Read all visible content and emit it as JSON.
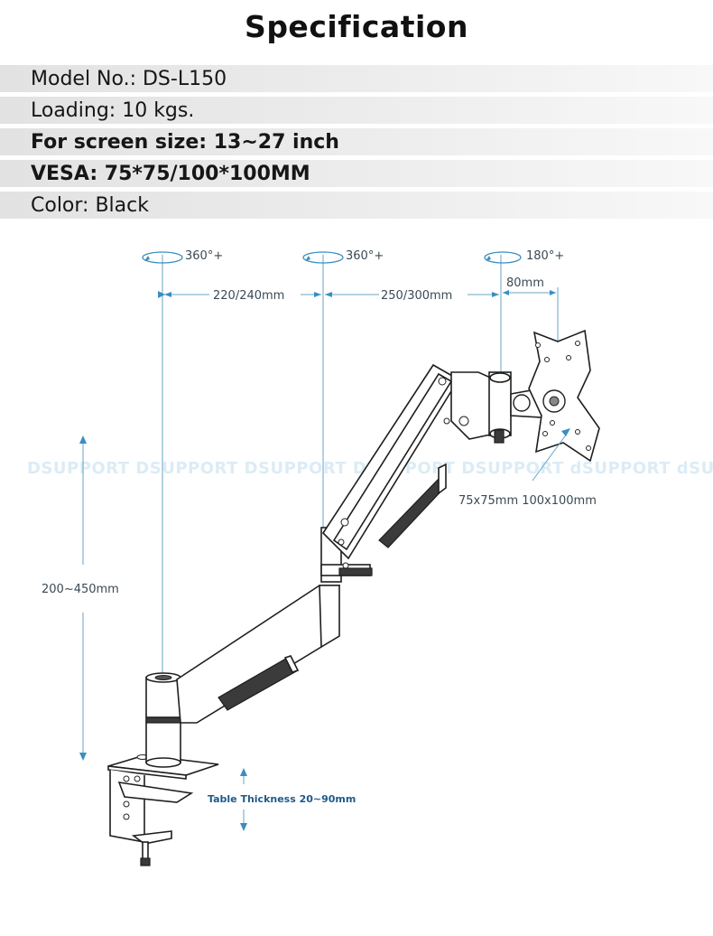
{
  "title": "Specification",
  "specs": [
    "Model No.: DS-L150",
    "Loading: 10 kgs.",
    "For screen size: 13~27 inch",
    "VESA: 75*75/100*100MM",
    "Color: Black"
  ],
  "diagram": {
    "rotations": [
      "360°+",
      "360°+",
      "180°+"
    ],
    "arm_lengths": [
      "220/240mm",
      "250/300mm"
    ],
    "tilt_offset": "80mm",
    "vesa_label": "75x75mm  100x100mm",
    "height_range": "200~450mm",
    "table_thickness": "Table Thickness 20~90mm",
    "watermark": "DSUPPORT  DSUPPORT  DSUPPORT  DSUPPORT  DSUPPORT  dSUPPORT  dSUPPORT"
  }
}
